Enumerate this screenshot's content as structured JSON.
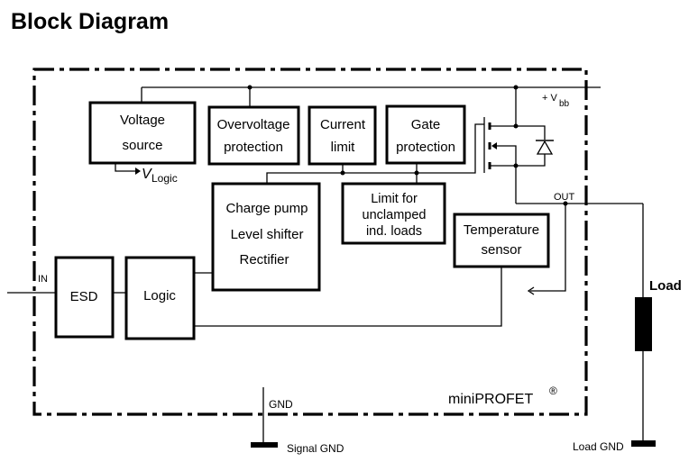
{
  "heading": "Block Diagram",
  "blocks": {
    "voltage_source": [
      "Voltage",
      "source"
    ],
    "overvoltage": [
      "Overvoltage",
      "protection"
    ],
    "current_limit": [
      "Current",
      "limit"
    ],
    "gate_protection": [
      "Gate",
      "protection"
    ],
    "charge_pump": [
      "Charge pump",
      "Level shifter",
      "Rectifier"
    ],
    "limit_unclamped": [
      "Limit for",
      "unclamped",
      "ind. loads"
    ],
    "temperature": [
      "Temperature",
      "sensor"
    ],
    "esd": "ESD",
    "logic": "Logic"
  },
  "labels": {
    "vlogic_main": "V",
    "vlogic_sub": "Logic",
    "vbb_main": "+ V",
    "vbb_sub": "bb",
    "out": "OUT",
    "in": "IN",
    "gnd": "GND",
    "signal_gnd": "Signal GND",
    "load": "Load",
    "load_gnd": "Load GND",
    "product": "miniPROFET",
    "registered": "®"
  }
}
